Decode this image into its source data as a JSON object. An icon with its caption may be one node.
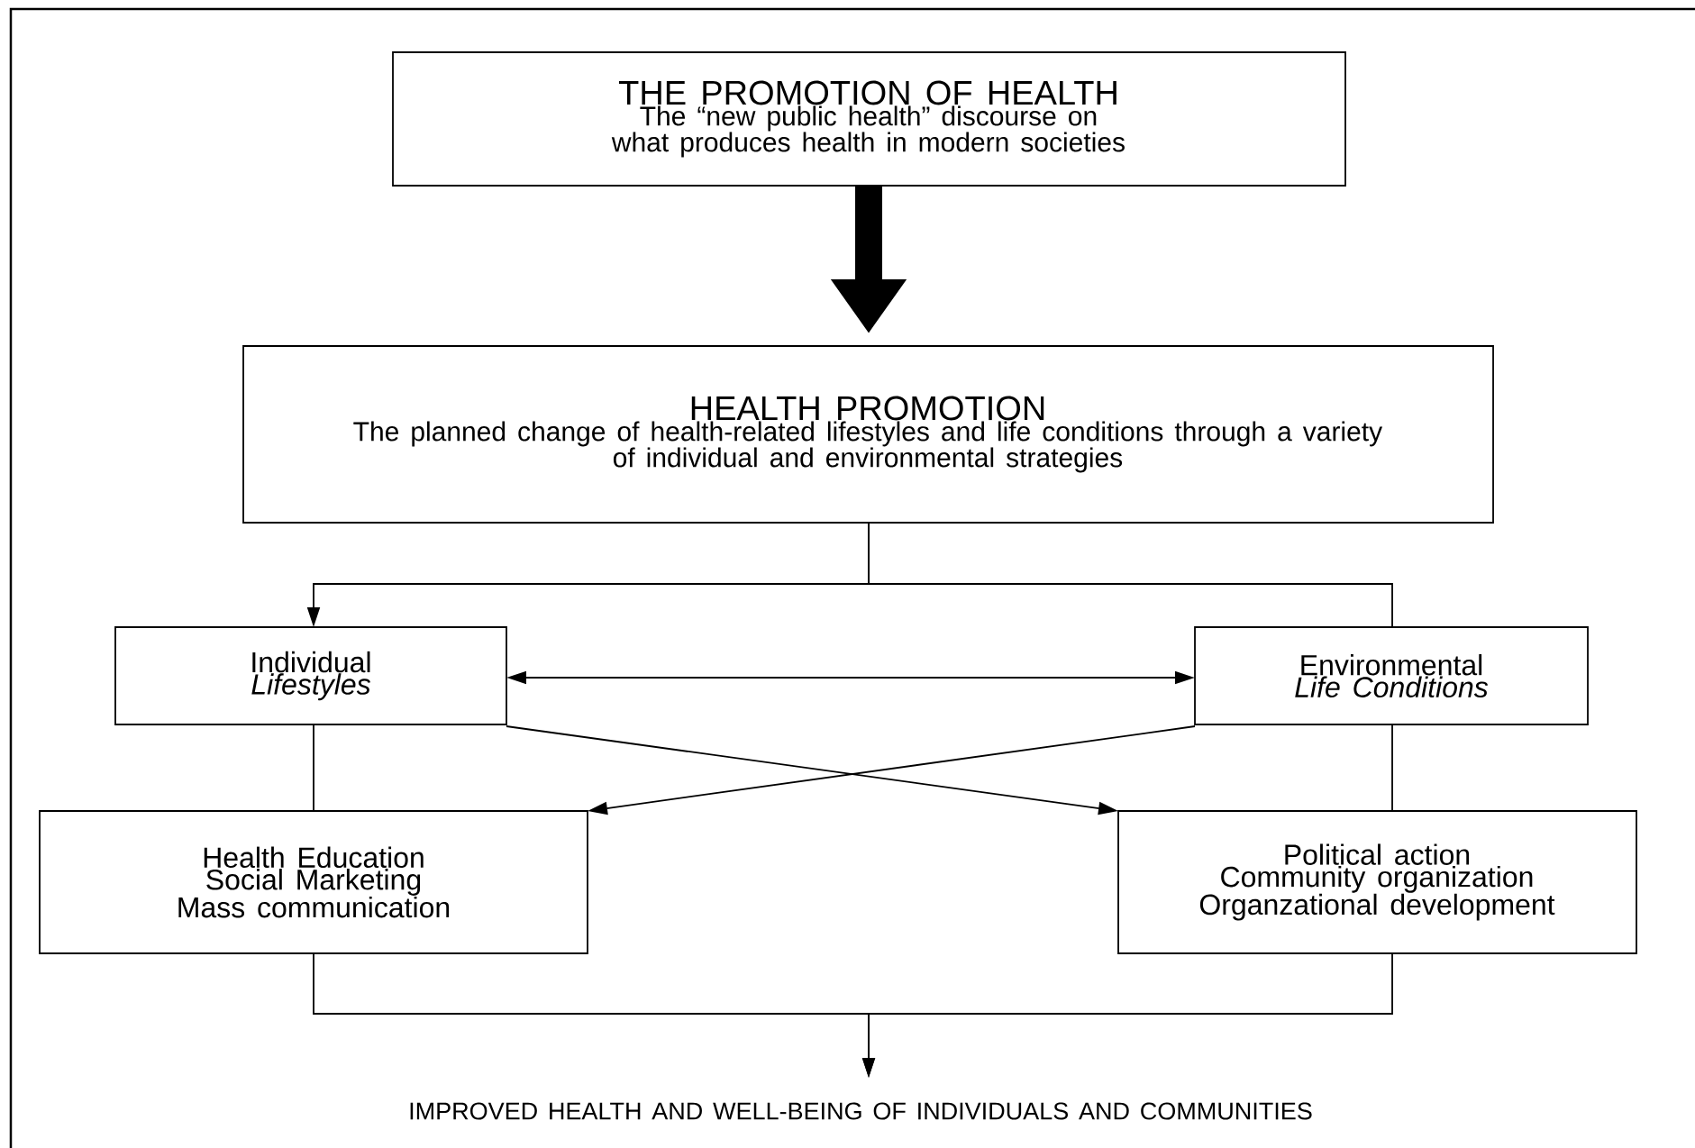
{
  "diagram": {
    "nodes": [
      {
        "text": [
          "THE PROMOTION OF HEALTH",
          "The “new public health” discourse on what produces health in modern societies"
        ]
      },
      {
        "text": [
          "HEALTH PROMOTION",
          "The planned change of health-related lifestyles and life conditions through a variety of individual and environmental strategies"
        ]
      },
      {
        "text": [
          "Individual",
          "Lifestyles"
        ]
      },
      {
        "text": [
          "Environmental",
          "Life Conditions"
        ]
      },
      {
        "text": [
          "Health Education",
          "Social Marketing",
          "Mass communication"
        ]
      },
      {
        "text": [
          "Political action",
          "Community organization",
          "Organzational development"
        ]
      },
      {
        "text": [
          "IMPROVED HEALTH AND WELL-BEING OF INDIVIDUALS AND COMMUNITIES"
        ]
      }
    ],
    "edges": [
      {
        "from": 0,
        "to": 1,
        "arrow": "to",
        "style": "thick"
      },
      {
        "from": 1,
        "to": 2,
        "arrow": "to"
      },
      {
        "from": 1,
        "to": 3,
        "arrow": "none"
      },
      {
        "from": 2,
        "to": 3,
        "arrow": "both"
      },
      {
        "from": 2,
        "to": 5,
        "arrow": "to"
      },
      {
        "from": 3,
        "to": 4,
        "arrow": "to"
      },
      {
        "from": 2,
        "to": 4,
        "arrow": "none"
      },
      {
        "from": 3,
        "to": 5,
        "arrow": "none"
      },
      {
        "from": 4,
        "to": 6,
        "arrow": "to"
      },
      {
        "from": 5,
        "to": 6,
        "arrow": "to"
      }
    ]
  }
}
